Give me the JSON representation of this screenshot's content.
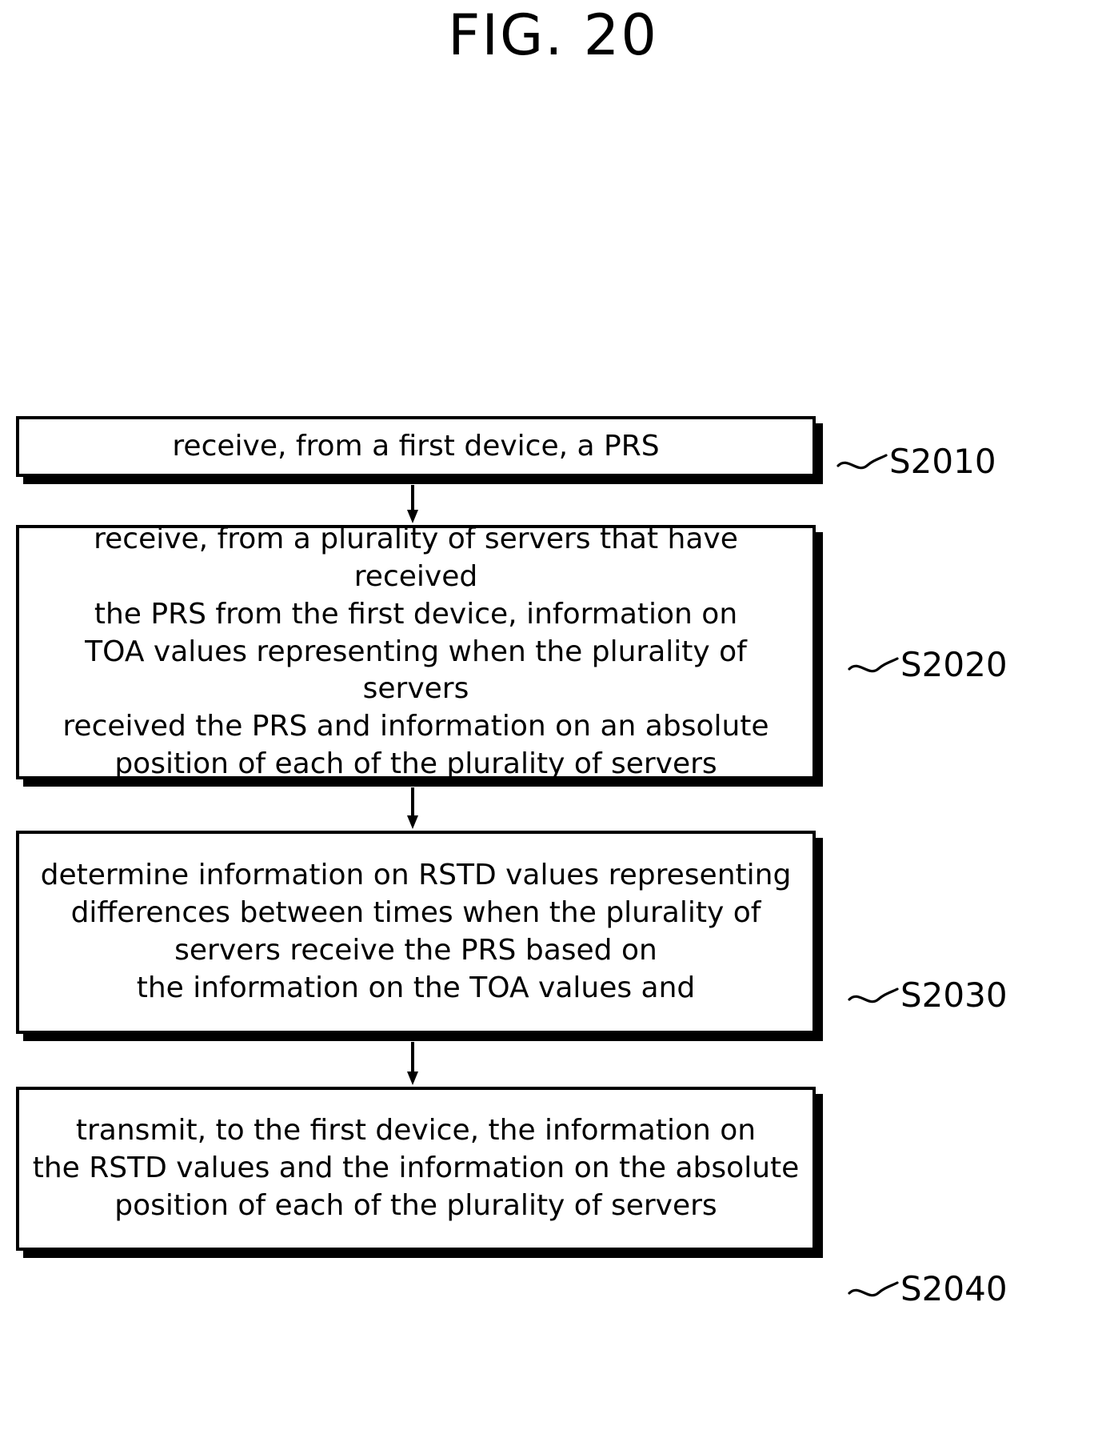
{
  "figure": {
    "title": "FIG. 20",
    "type": "patent-flowchart"
  },
  "flowchart": {
    "steps": [
      {
        "id": "S2010",
        "ref_label": "S2010",
        "text": "receive, from a first device, a PRS"
      },
      {
        "id": "S2020",
        "ref_label": "S2020",
        "text": "receive, from a plurality of servers that have received\nthe PRS from the first device, information on\nTOA values representing when the plurality of servers\nreceived the PRS and information on an absolute\nposition of each of the plurality of servers"
      },
      {
        "id": "S2030",
        "ref_label": "S2030",
        "text": "determine information on RSTD values representing\ndifferences between times when the plurality of\nservers receive the PRS based on\nthe information on the TOA values and"
      },
      {
        "id": "S2040",
        "ref_label": "S2040",
        "text": "transmit, to the first device, the information on\nthe RSTD values and the information on the absolute\nposition of each of the plurality of servers"
      }
    ],
    "connectors": [
      {
        "from": "S2010",
        "to": "S2020",
        "kind": "down-arrow"
      },
      {
        "from": "S2020",
        "to": "S2030",
        "kind": "down-arrow"
      },
      {
        "from": "S2030",
        "to": "S2040",
        "kind": "down-arrow"
      }
    ],
    "colors": {
      "ink": "#000000",
      "paper": "#ffffff"
    }
  }
}
